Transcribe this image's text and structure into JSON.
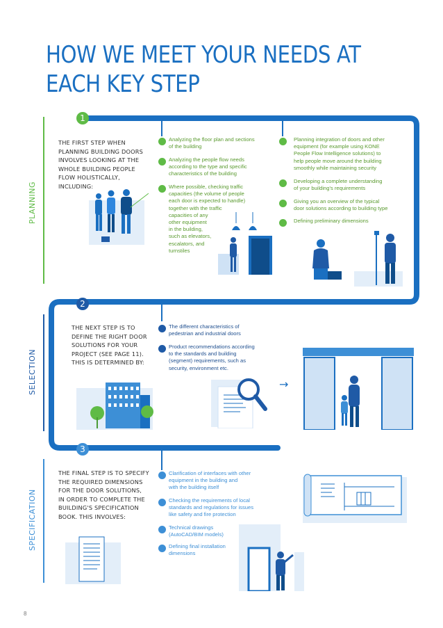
{
  "title": {
    "line1": "HOW WE MEET YOUR NEEDS AT",
    "line2": "EACH KEY STEP"
  },
  "colors": {
    "blue": "#1a6fc1",
    "planning": "#5fbb46",
    "selection": "#1f5aa6",
    "specification": "#3d8fd6"
  },
  "sections": {
    "planning": {
      "label": "PLANNING",
      "number": "1",
      "intro": [
        "THE FIRST STEP WHEN",
        "PLANNING BUILDING DOORS",
        "INVOLVES LOOKING AT THE",
        "WHOLE BUILDING PEOPLE",
        "FLOW HOLISTICALLY,",
        "INCLUDING:"
      ],
      "col1": [
        {
          "lines": [
            "Analyzing the floor plan and sections",
            "of the building"
          ]
        },
        {
          "lines": [
            "Analyzing the people flow needs",
            "according to the type and specific",
            "characteristics of the building"
          ]
        },
        {
          "lines": [
            "Where possible, checking traffic",
            "capacities (the volume of people",
            "each door is expected to handle)",
            "together with the traffic",
            "capacities of any",
            "other equipment",
            "in the building,",
            "such as elevators,",
            "escalators, and",
            "turnstiles"
          ]
        }
      ],
      "col2": [
        {
          "lines": [
            "Planning integration of doors and other",
            "equipment (for example using KONE",
            "People Flow Intelligence solutions) to",
            "help people move around the building",
            "smoothly while maintaining security"
          ]
        },
        {
          "lines": [
            "Developing a complete understanding",
            "of your building's requirements"
          ]
        },
        {
          "lines": [
            "Giving you an overview of the typical",
            "door solutions according to building type"
          ]
        },
        {
          "lines": [
            "Defining preliminary dimensions"
          ]
        }
      ]
    },
    "selection": {
      "label": "SELECTION",
      "number": "2",
      "intro": [
        "THE NEXT STEP IS TO",
        "DEFINE THE RIGHT DOOR",
        "SOLUTIONS FOR YOUR",
        "PROJECT (SEE PAGE 11).",
        "THIS IS DETERMINED BY:"
      ],
      "col1": [
        {
          "lines": [
            "The different characteristics of",
            "pedestrian and industrial doors"
          ]
        },
        {
          "lines": [
            "Product recommendations according",
            "to the standards and building",
            "(segment) requirements, such as",
            "security, environment etc."
          ]
        }
      ]
    },
    "specification": {
      "label": "SPECIFICATION",
      "number": "3",
      "intro": [
        "THE FINAL STEP IS TO SPECIFY",
        "THE REQUIRED DIMENSIONS",
        "FOR THE DOOR SOLUTIONS,",
        "IN ORDER TO COMPLETE THE",
        "BUILDING'S SPECIFICATION",
        "BOOK. THIS INVOLVES:"
      ],
      "col1": [
        {
          "lines": [
            "Clarification of interfaces with other",
            "equipment in the building and",
            "with the building itself"
          ]
        },
        {
          "lines": [
            "Checking the requirements of local",
            "standards and regulations for issues",
            "like safety and fire protection"
          ]
        },
        {
          "lines": [
            "Technical drawings",
            "(AutoCAD/BIM models)"
          ]
        },
        {
          "lines": [
            "Defining final installation",
            "dimensions"
          ]
        }
      ]
    }
  },
  "page_number": "8"
}
